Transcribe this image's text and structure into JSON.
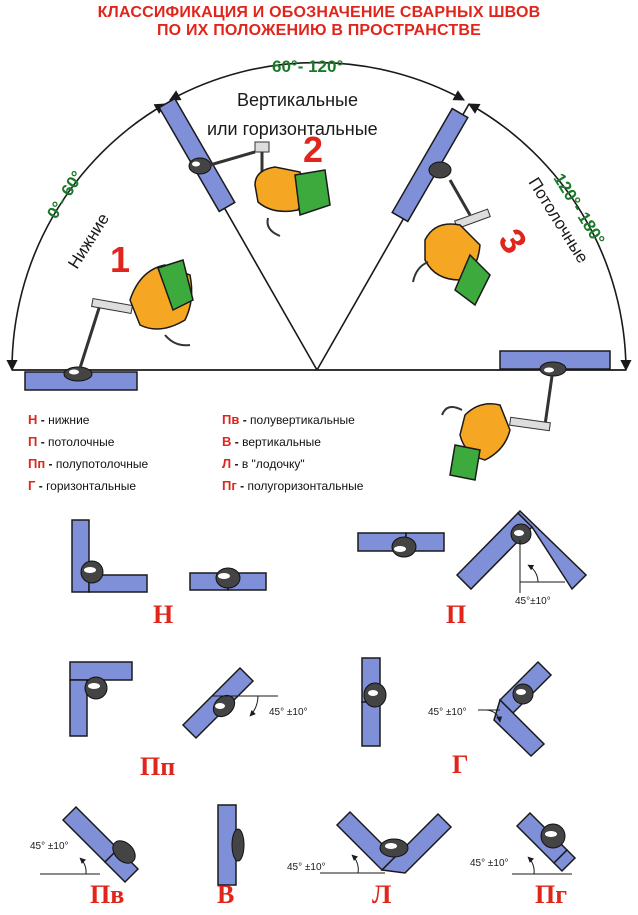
{
  "title": {
    "line1": "КЛАССИФИКАЦИЯ И ОБОЗНАЧЕНИЕ СВАРНЫХ ШВОВ",
    "line2": "ПО ИХ ПОЛОЖЕНИЮ В ПРОСТРАНСТВЕ"
  },
  "sectors": [
    {
      "number": "1",
      "range": "0°- 60°",
      "name": "Нижние"
    },
    {
      "number": "2",
      "range": "60°- 120°",
      "name_line1": "Вертикальные",
      "name_line2": "или горизонтальные"
    },
    {
      "number": "3",
      "range": "120°- 180°",
      "name": "Потолочные"
    }
  ],
  "legend": [
    {
      "code": "Н",
      "text": "нижние"
    },
    {
      "code": "П",
      "text": "потолочные"
    },
    {
      "code": "Пп",
      "text": "полупотолочные"
    },
    {
      "code": "Г",
      "text": "горизонтальные"
    },
    {
      "code": "Пв",
      "text": "полувертикальные"
    },
    {
      "code": "В",
      "text": "вертикальные"
    },
    {
      "code": "Л",
      "text": "в \"лодочку\""
    },
    {
      "code": "Пг",
      "text": "полугоризонтальные"
    }
  ],
  "angle_label": "45° ±10°",
  "angle_label_compact": "45°±10°",
  "positions": [
    "Н",
    "П",
    "Пп",
    "Г",
    "Пв",
    "В",
    "Л",
    "Пг"
  ],
  "colors": {
    "accent_red": "#e0261c",
    "green": "#1a7a2a",
    "plate_blue": "#7f8fd8",
    "outline": "#1a1a1a",
    "glove": "#f5a623"
  },
  "icons": [
    "glove-hand-electrode-icon",
    "weld-bead-icon",
    "angle-arc-icon"
  ]
}
